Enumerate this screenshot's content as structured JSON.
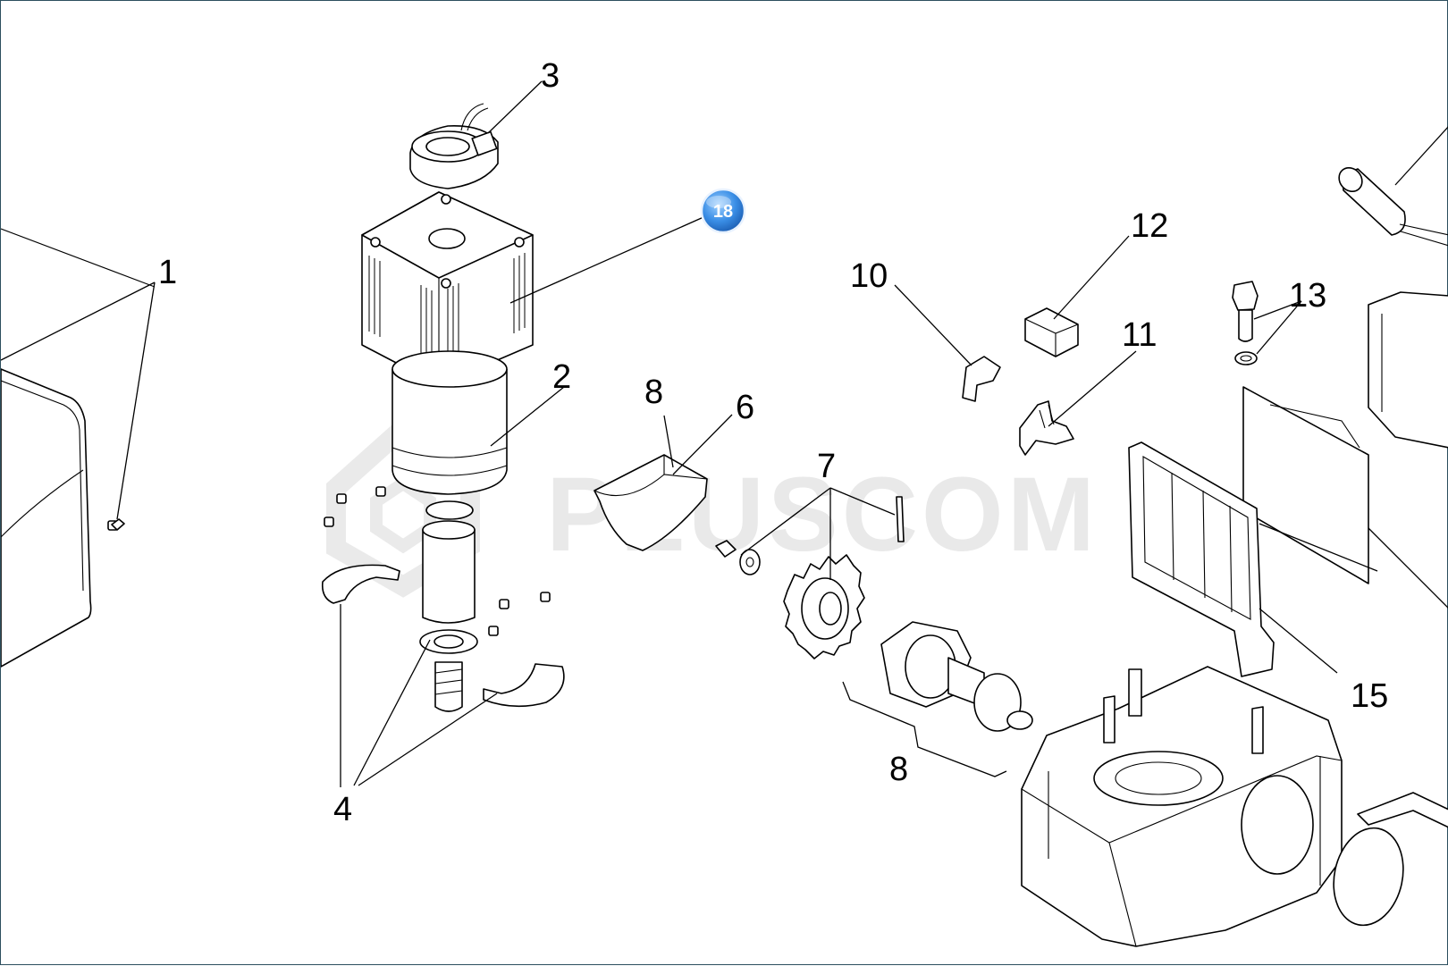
{
  "watermark": "PLUSCOM",
  "callouts": [
    {
      "id": "1",
      "text": "1"
    },
    {
      "id": "2",
      "text": "2"
    },
    {
      "id": "3",
      "text": "3"
    },
    {
      "id": "4",
      "text": "4"
    },
    {
      "id": "6",
      "text": "6"
    },
    {
      "id": "7",
      "text": "7"
    },
    {
      "id": "8a",
      "text": "8"
    },
    {
      "id": "8b",
      "text": "8"
    },
    {
      "id": "10",
      "text": "10"
    },
    {
      "id": "11",
      "text": "11"
    },
    {
      "id": "12",
      "text": "12"
    },
    {
      "id": "13",
      "text": "13"
    },
    {
      "id": "15",
      "text": "15"
    }
  ],
  "highlight_badge": {
    "text": "18",
    "color": "#3a8ee6"
  },
  "colors": {
    "line": "#000000",
    "background": "#ffffff",
    "border": "#2d4f5e",
    "watermark": "#d8d8d8"
  }
}
